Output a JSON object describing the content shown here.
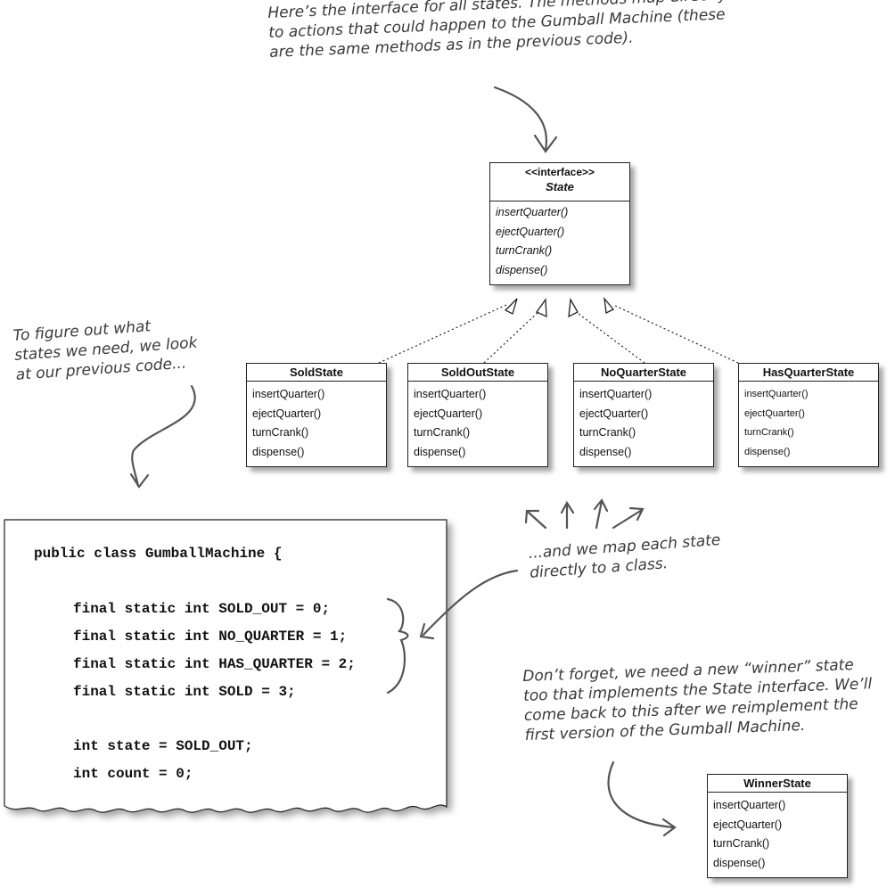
{
  "annotations": {
    "interface_note": "Here’s the interface for all states. The methods map directly\nto actions that could happen to the Gumball Machine (these\nare the same methods as in the previous code).",
    "figure_out_note": "To figure out what\nstates we need, we look\nat our previous code...",
    "map_note": "...and we map each state\ndirectly to a class.",
    "winner_note": "Don’t forget, we need a new “winner” state\ntoo that implements the State interface. We’ll\ncome back to this after we reimplement the\nfirst version of the Gumball Machine."
  },
  "interface": {
    "stereotype": "<<interface>>",
    "name": "State",
    "methods": [
      "insertQuarter()",
      "ejectQuarter()",
      "turnCrank()",
      "dispense()"
    ]
  },
  "classes": [
    {
      "name": "SoldState",
      "methods": [
        "insertQuarter()",
        "ejectQuarter()",
        "turnCrank()",
        "dispense()"
      ]
    },
    {
      "name": "SoldOutState",
      "methods": [
        "insertQuarter()",
        "ejectQuarter()",
        "turnCrank()",
        "dispense()"
      ]
    },
    {
      "name": "NoQuarterState",
      "methods": [
        "insertQuarter()",
        "ejectQuarter()",
        "turnCrank()",
        "dispense()"
      ]
    },
    {
      "name": "HasQuarterState",
      "methods": [
        "insertQuarter()",
        "ejectQuarter()",
        "turnCrank()",
        "dispense()"
      ]
    },
    {
      "name": "WinnerState",
      "methods": [
        "insertQuarter()",
        "ejectQuarter()",
        "turnCrank()",
        "dispense()"
      ]
    }
  ],
  "code": [
    "public class GumballMachine {",
    "final static int SOLD_OUT = 0;",
    "final static int NO_QUARTER = 1;",
    "final static int HAS_QUARTER = 2;",
    "final static int SOLD = 3;",
    "int state = SOLD_OUT;",
    "int count = 0;"
  ]
}
